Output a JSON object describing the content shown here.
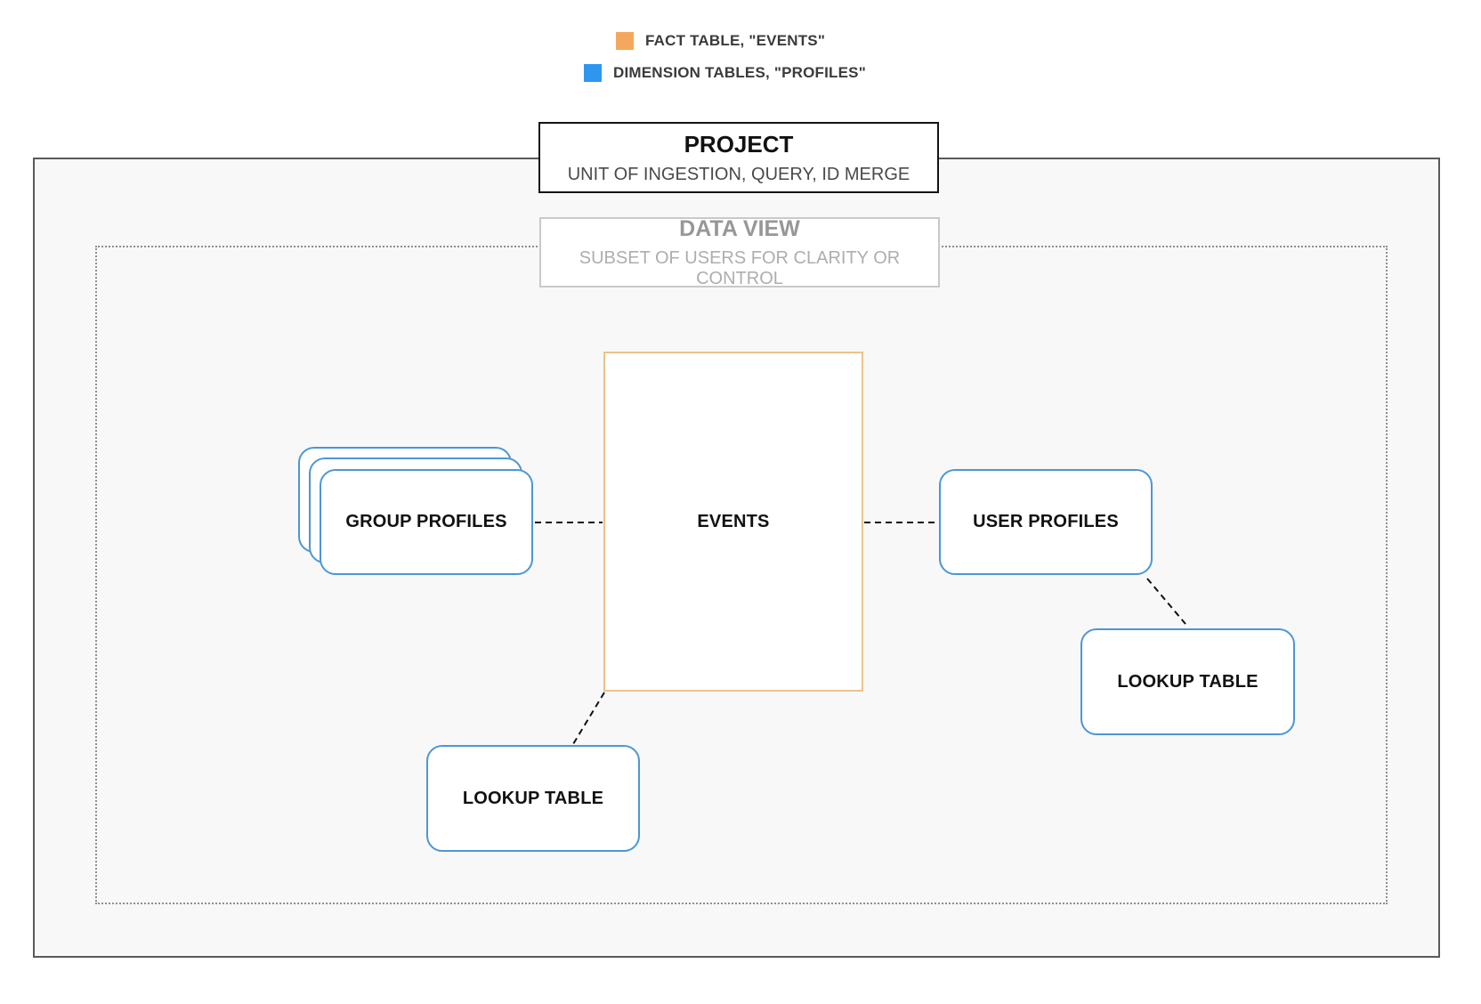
{
  "legend": {
    "items": [
      {
        "name": "fact-table",
        "swatch_color": "#F4A85E",
        "label": "FACT TABLE, \"EVENTS\""
      },
      {
        "name": "dimension-tables",
        "swatch_color": "#2F96F0",
        "label": "DIMENSION TABLES, \"PROFILES\""
      }
    ]
  },
  "project_box": {
    "title": "PROJECT",
    "subtitle": "UNIT OF INGESTION, QUERY, ID MERGE"
  },
  "data_view_box": {
    "title": "DATA VIEW",
    "subtitle": "SUBSET OF USERS FOR CLARITY OR CONTROL"
  },
  "nodes": {
    "events": {
      "label": "EVENTS"
    },
    "group_profiles": {
      "label": "GROUP PROFILES"
    },
    "user_profiles": {
      "label": "USER PROFILES"
    },
    "lookup_table_right": {
      "label": "LOOKUP TABLE"
    },
    "lookup_table_bottom": {
      "label": "LOOKUP TABLE"
    }
  },
  "colors": {
    "fact_accent": "#F4A85E",
    "fact_border": "#EDC18C",
    "dimension_accent": "#2F96F0",
    "dimension_border": "#4C96D6",
    "connector": "#111111"
  }
}
